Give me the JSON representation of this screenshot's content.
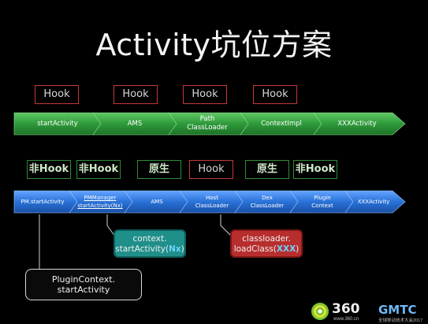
{
  "title": "Activity坑位方案",
  "row1": {
    "tags": [
      "Hook",
      "Hook",
      "Hook",
      "Hook"
    ],
    "steps": [
      [
        "startActivity"
      ],
      [
        "AMS"
      ],
      [
        "Path",
        "ClassLoader"
      ],
      [
        "ContextImpl"
      ],
      [
        "XXXActivity"
      ]
    ]
  },
  "row2": {
    "tags": [
      "非Hook",
      "非Hook",
      "原生",
      "Hook",
      "原生",
      "非Hook"
    ],
    "steps": [
      [
        "PM.startActivity"
      ],
      [
        "PMManager",
        "startActivity(Nx)"
      ],
      [
        "AMS"
      ],
      [
        "Host",
        "ClassLoader"
      ],
      [
        "Dex",
        "ClassLoader"
      ],
      [
        "Plugin",
        "Context"
      ],
      [
        "XXXActivity"
      ]
    ]
  },
  "callouts": {
    "context": {
      "line1": "context.",
      "line2_pre": "startActivity(",
      "line2_hl": "Nx",
      "line2_post": ")"
    },
    "classloader": {
      "line1": "classloader.",
      "line2_pre": "loadClass(",
      "line2_hl": "XXX",
      "line2_post": ")"
    },
    "plugin": {
      "line1": "PluginContext.",
      "line2": "startActivity"
    }
  },
  "logo": {
    "number": "360",
    "site": "www.360.cn",
    "brand": "GMTC",
    "subtitle": "全球移动技术大会2017"
  },
  "colors": {
    "hook_border": "#c23a3a",
    "native_border": "#2e8c37",
    "row1_arrow": "#2f9a3b",
    "row2_arrow": "#1e63c8",
    "callout_teal": "#1f8f8a",
    "callout_red": "#b82e2e"
  }
}
